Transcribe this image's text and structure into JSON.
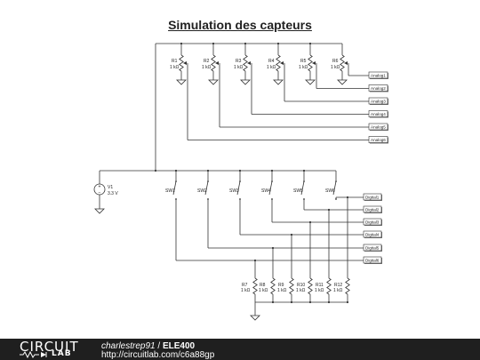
{
  "title": "Simulation des capteurs",
  "pots": [
    {
      "ref": "R1",
      "value": "1 kΩ"
    },
    {
      "ref": "R2",
      "value": "1 kΩ"
    },
    {
      "ref": "R3",
      "value": "1 kΩ"
    },
    {
      "ref": "R4",
      "value": "1 kΩ"
    },
    {
      "ref": "R5",
      "value": "1 kΩ"
    },
    {
      "ref": "R6",
      "value": "1 kΩ"
    }
  ],
  "analog_pins": [
    "Analog1",
    "Analog2",
    "Analog3",
    "Analog4",
    "Analog5",
    "Analog6"
  ],
  "source": {
    "ref": "V1",
    "value": "3.3 V"
  },
  "switches": [
    "SW1",
    "SW2",
    "SW3",
    "SW4",
    "SW5",
    "SW6"
  ],
  "digital_pins": [
    "Digital1",
    "Digital2",
    "Digital3",
    "Digital4",
    "Digital5",
    "Digital6"
  ],
  "pulldowns": [
    {
      "ref": "R7",
      "value": "1 kΩ"
    },
    {
      "ref": "R8",
      "value": "1 kΩ"
    },
    {
      "ref": "R9",
      "value": "1 kΩ"
    },
    {
      "ref": "R10",
      "value": "1 kΩ"
    },
    {
      "ref": "R11",
      "value": "1 kΩ"
    },
    {
      "ref": "R12",
      "value": "1 kΩ"
    }
  ],
  "footer": {
    "logo_top": "CIRCUIT",
    "logo_bottom": "LAB",
    "author": "charlestrep91",
    "separator": "/",
    "project": "ELE400",
    "url": "http://circuitlab.com/c6a88gp"
  }
}
